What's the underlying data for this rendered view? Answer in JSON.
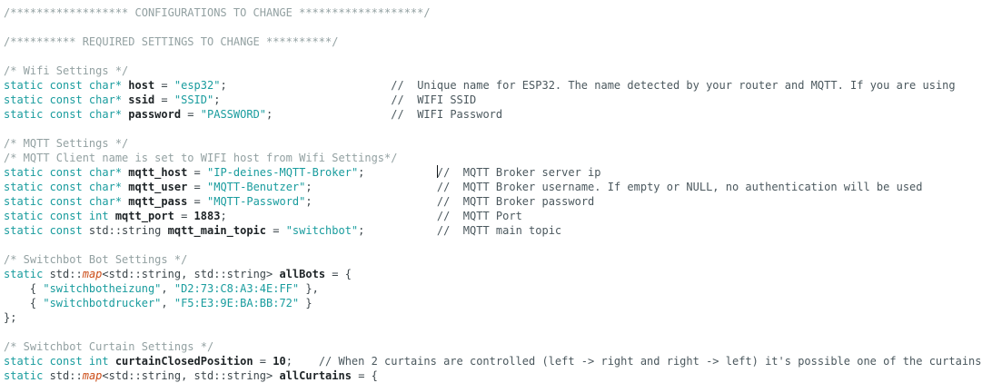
{
  "editor": {
    "description": "C++ source code configuration section for a SwitchBot MQTT ESP32 sketch, syntax highlighted on white background, text cursor visible on the mqtt_host comment line",
    "colors": {
      "bg": "#ffffff",
      "teal": "#199c9e",
      "block-comment": "#93a1a2",
      "line-comment": "#4b585e",
      "default": "#3d474c",
      "ident": "#1d2326",
      "type-orange": "#cc4d18"
    },
    "values": {
      "host": "esp32",
      "ssid": "SSID",
      "password": "PASSWORD",
      "mqtt_host": "IP-deines-MQTT-Broker",
      "mqtt_user": "MQTT-Benutzer",
      "mqtt_pass": "MQTT-Password",
      "mqtt_port": "1883",
      "mqtt_main_topic": "switchbot",
      "allBots": [
        [
          "switchbotheizung",
          "D2:73:C8:A3:4E:FF"
        ],
        [
          "switchbotdrucker",
          "F5:E3:9E:BA:BB:72"
        ]
      ],
      "curtainClosedPosition": "10"
    },
    "lines": [
      [
        [
          "c",
          "/****************** CONFIGURATIONS TO CHANGE *******************/"
        ]
      ],
      [],
      [
        [
          "c",
          "/********** REQUIRED SETTINGS TO CHANGE **********/"
        ]
      ],
      [],
      [
        [
          "c",
          "/* Wifi Settings */"
        ]
      ],
      [
        [
          "k",
          "static const char*"
        ],
        [
          "d",
          " "
        ],
        [
          "b",
          "host"
        ],
        [
          "d",
          " = "
        ],
        [
          "s",
          "\"esp32\""
        ],
        [
          "d",
          ";                         "
        ],
        [
          "lc",
          "//  Unique name for ESP32. The name detected by your router and MQTT. If you are using"
        ]
      ],
      [
        [
          "k",
          "static const char*"
        ],
        [
          "d",
          " "
        ],
        [
          "b",
          "ssid"
        ],
        [
          "d",
          " = "
        ],
        [
          "s",
          "\"SSID\""
        ],
        [
          "d",
          ";                          "
        ],
        [
          "lc",
          "//  WIFI SSID"
        ]
      ],
      [
        [
          "k",
          "static const char*"
        ],
        [
          "d",
          " "
        ],
        [
          "b",
          "password"
        ],
        [
          "d",
          " = "
        ],
        [
          "s",
          "\"PASSWORD\""
        ],
        [
          "d",
          ";                  "
        ],
        [
          "lc",
          "//  WIFI Password"
        ]
      ],
      [],
      [
        [
          "c",
          "/* MQTT Settings */"
        ]
      ],
      [
        [
          "c",
          "/* MQTT Client name is set to WIFI host from Wifi Settings*/"
        ]
      ],
      [
        [
          "k",
          "static const char*"
        ],
        [
          "d",
          " "
        ],
        [
          "b",
          "mqtt_host"
        ],
        [
          "d",
          " = "
        ],
        [
          "s",
          "\"IP-deines-MQTT-Broker\""
        ],
        [
          "d",
          ";           "
        ],
        [
          "caret",
          ""
        ],
        [
          "lc",
          "//  MQTT Broker server ip"
        ]
      ],
      [
        [
          "k",
          "static const char*"
        ],
        [
          "d",
          " "
        ],
        [
          "b",
          "mqtt_user"
        ],
        [
          "d",
          " = "
        ],
        [
          "s",
          "\"MQTT-Benutzer\""
        ],
        [
          "d",
          ";                   "
        ],
        [
          "lc",
          "//  MQTT Broker username. If empty or NULL, no authentication will be used"
        ]
      ],
      [
        [
          "k",
          "static const char*"
        ],
        [
          "d",
          " "
        ],
        [
          "b",
          "mqtt_pass"
        ],
        [
          "d",
          " = "
        ],
        [
          "s",
          "\"MQTT-Password\""
        ],
        [
          "d",
          ";                   "
        ],
        [
          "lc",
          "//  MQTT Broker password"
        ]
      ],
      [
        [
          "k",
          "static const int"
        ],
        [
          "d",
          " "
        ],
        [
          "b",
          "mqtt_port"
        ],
        [
          "d",
          " = "
        ],
        [
          "n",
          "1883"
        ],
        [
          "d",
          ";                                "
        ],
        [
          "lc",
          "//  MQTT Port"
        ]
      ],
      [
        [
          "k",
          "static const"
        ],
        [
          "d",
          " std::string "
        ],
        [
          "b",
          "mqtt_main_topic"
        ],
        [
          "d",
          " = "
        ],
        [
          "s",
          "\"switchbot\""
        ],
        [
          "d",
          ";           "
        ],
        [
          "lc",
          "//  MQTT main topic"
        ]
      ],
      [],
      [
        [
          "c",
          "/* Switchbot Bot Settings */"
        ]
      ],
      [
        [
          "k",
          "static"
        ],
        [
          "d",
          " std::"
        ],
        [
          "t",
          "map"
        ],
        [
          "d",
          "<std::string, std::string> "
        ],
        [
          "b",
          "allBots"
        ],
        [
          "d",
          " = {"
        ]
      ],
      [
        [
          "d",
          "    { "
        ],
        [
          "s",
          "\"switchbotheizung\""
        ],
        [
          "d",
          ", "
        ],
        [
          "s",
          "\"D2:73:C8:A3:4E:FF\""
        ],
        [
          "d",
          " },"
        ]
      ],
      [
        [
          "d",
          "    { "
        ],
        [
          "s",
          "\"switchbotdrucker\""
        ],
        [
          "d",
          ", "
        ],
        [
          "s",
          "\"F5:E3:9E:BA:BB:72\""
        ],
        [
          "d",
          " }"
        ]
      ],
      [
        [
          "d",
          "};"
        ]
      ],
      [],
      [
        [
          "c",
          "/* Switchbot Curtain Settings */"
        ]
      ],
      [
        [
          "k",
          "static const int"
        ],
        [
          "d",
          " "
        ],
        [
          "b",
          "curtainClosedPosition"
        ],
        [
          "d",
          " = "
        ],
        [
          "n",
          "10"
        ],
        [
          "d",
          ";    "
        ],
        [
          "lc",
          "// When 2 curtains are controlled (left -> right and right -> left) it's possible one of the curtains"
        ]
      ],
      [
        [
          "k",
          "static"
        ],
        [
          "d",
          " std::"
        ],
        [
          "t",
          "map"
        ],
        [
          "d",
          "<std::string, std::string> "
        ],
        [
          "b",
          "allCurtains"
        ],
        [
          "d",
          " = {"
        ]
      ]
    ]
  }
}
